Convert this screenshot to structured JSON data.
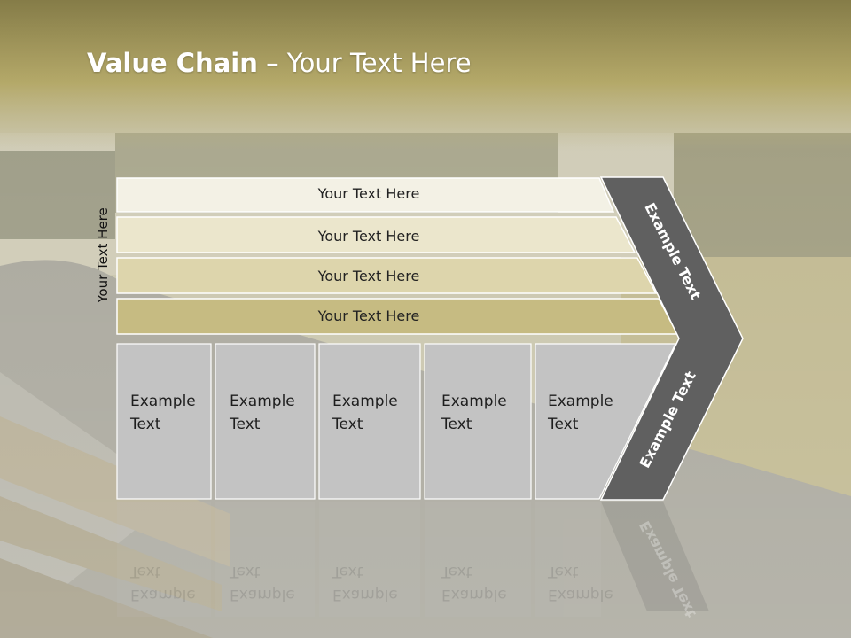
{
  "title": {
    "bold": "Value Chain",
    "rest": " – Your Text Here"
  },
  "side_label": "Your Text Here",
  "rows": [
    {
      "label": "Your Text Here",
      "color": "#f3f1e5"
    },
    {
      "label": "Your Text Here",
      "color": "#ebe6cc"
    },
    {
      "label": "Your Text Here",
      "color": "#ddd5ac"
    },
    {
      "label": "Your Text Here",
      "color": "#c6bb82"
    }
  ],
  "boxes": [
    {
      "label": "Example\nText"
    },
    {
      "label": "Example\nText"
    },
    {
      "label": "Example\nText"
    },
    {
      "label": "Example\nText"
    },
    {
      "label": "Example\nText"
    }
  ],
  "chevron_top": "Example Text",
  "chevron_bottom": "Example Text",
  "colors": {
    "header": "#b3a766",
    "box": "#c3c3c3",
    "chevron": "#606060"
  }
}
